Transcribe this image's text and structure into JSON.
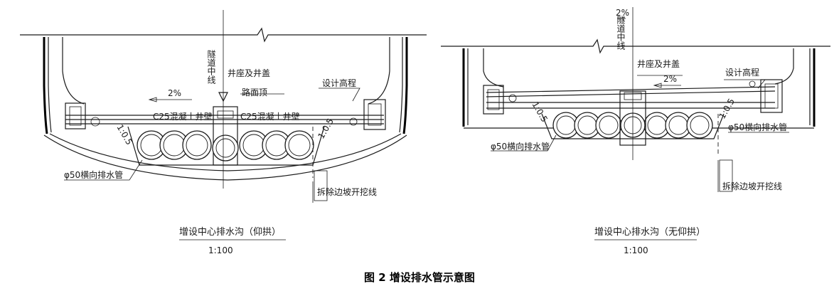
{
  "figure_caption": "图 2  增设排水管示意图",
  "left": {
    "tunnel_centerline": "隧道中线",
    "well_seat_and_cover": "井座及井盖",
    "road_surface_top": "路面顶",
    "design_elevation": "设计高程",
    "slope": "2%",
    "wall_left": "C25混凝土井壁",
    "wall_right": "C25混凝土井壁",
    "side_slope_left": "1:0.5",
    "side_slope_right": "1:0.5",
    "transverse_pipe": "φ50横向排水管",
    "excavation_line": "拆除边坡开挖线",
    "title": "增设中心排水沟（仰拱）",
    "scale": "1:100"
  },
  "right": {
    "tunnel_centerline": "隧道中线",
    "well_seat_and_cover": "井座及井盖",
    "design_elevation": "设计高程",
    "slope_top": "2%",
    "slope_road": "2%",
    "side_slope_left": "1:0.5",
    "side_slope_right": "1:0.5",
    "transverse_pipe_left": "φ50横向排水管",
    "transverse_pipe_right": "φ50横向排水管",
    "excavation_line": "拆除边坡开挖线",
    "title": "增设中心排水沟（无仰拱）",
    "scale": "1:100"
  }
}
